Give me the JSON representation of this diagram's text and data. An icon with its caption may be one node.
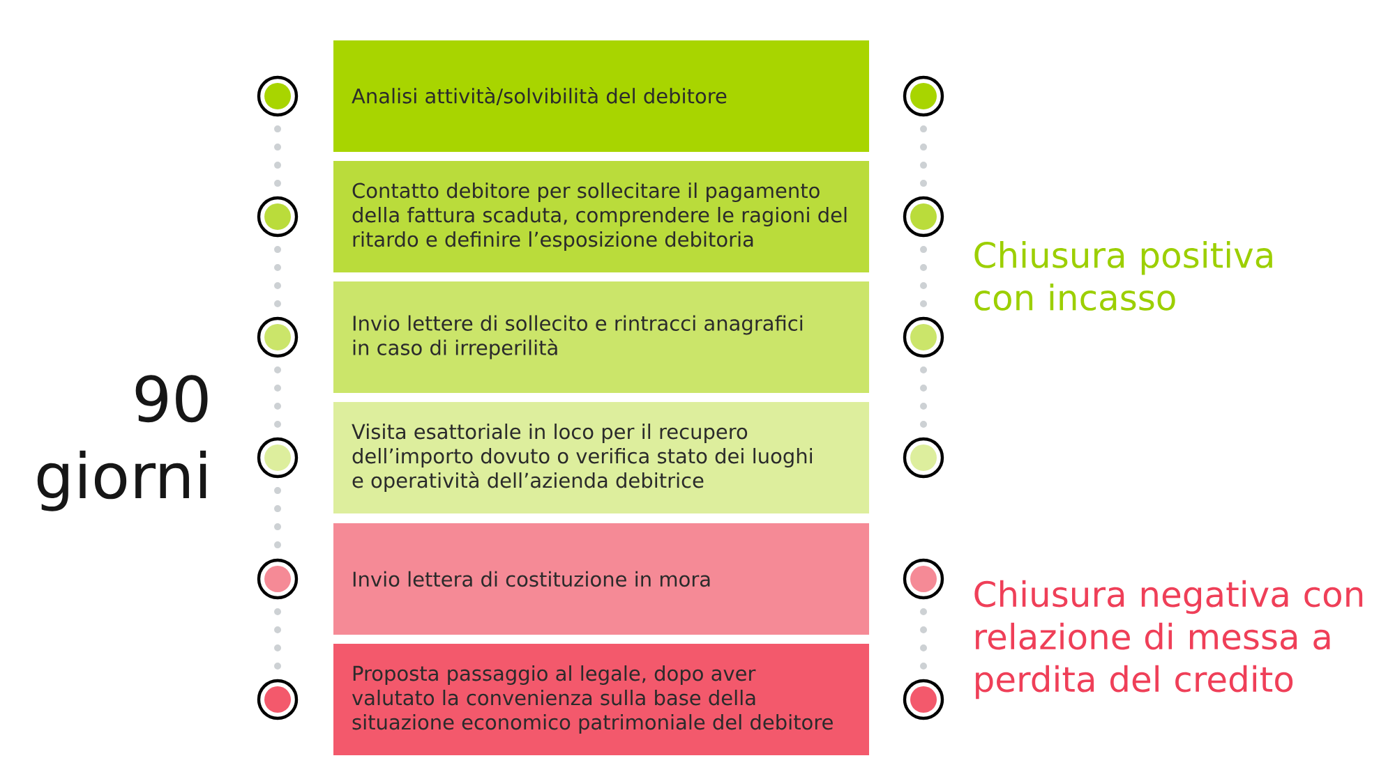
{
  "diagram": {
    "nodes": [
      {
        "text": [],
        "shape": "circle"
      },
      {
        "text": [
          "Analisi attività/solvibilità del debitore"
        ]
      },
      {
        "text": [],
        "shape": "circle"
      },
      {
        "text": [],
        "shape": "circle"
      },
      {
        "text": [
          "Contatto debitore per sollecitare il pagamento della fattura scaduta, comprendere le ragioni del ritardo e definire l’esposizione debitoria"
        ]
      },
      {
        "text": [],
        "shape": "circle"
      },
      {
        "text": [],
        "shape": "circle"
      },
      {
        "text": [
          "Invio lettere di sollecito e rintracci anagrafici in caso di irreperilità"
        ]
      },
      {
        "text": [],
        "shape": "circle"
      },
      {
        "text": [],
        "shape": "circle"
      },
      {
        "text": [
          "Visita esattoriale in loco per il recupero dell’importo dovuto o verifica stato dei luoghi e operatività dell’azienda debitrice"
        ]
      },
      {
        "text": [],
        "shape": "circle"
      },
      {
        "text": [],
        "shape": "circle"
      },
      {
        "text": [
          "Invio lettera di costituzione in mora"
        ]
      },
      {
        "text": [],
        "shape": "circle"
      },
      {
        "text": [],
        "shape": "circle"
      },
      {
        "text": [
          "Proposta passaggio al legale, dopo aver valutato la convenienza sulla base della situazione economico patrimoniale del debitore"
        ]
      },
      {
        "text": [],
        "shape": "circle"
      }
    ],
    "edges": [
      {
        "from": 0,
        "to": 3,
        "arrow": "none",
        "style": "dashed"
      },
      {
        "from": 3,
        "to": 6,
        "arrow": "none",
        "style": "dashed"
      },
      {
        "from": 6,
        "to": 9,
        "arrow": "none",
        "style": "dashed"
      },
      {
        "from": 9,
        "to": 12,
        "arrow": "none",
        "style": "dashed"
      },
      {
        "from": 12,
        "to": 15,
        "arrow": "none",
        "style": "dashed"
      },
      {
        "from": 2,
        "to": 5,
        "arrow": "none",
        "style": "dashed"
      },
      {
        "from": 5,
        "to": 8,
        "arrow": "none",
        "style": "dashed"
      },
      {
        "from": 8,
        "to": 11,
        "arrow": "none",
        "style": "dashed"
      },
      {
        "from": 14,
        "to": 17,
        "arrow": "none",
        "style": "dashed"
      }
    ],
    "labels": [
      "90 giorni",
      "Chiusura positiva con incasso",
      "Chiusura negativa con relazione di messa a perdita del credito"
    ]
  }
}
